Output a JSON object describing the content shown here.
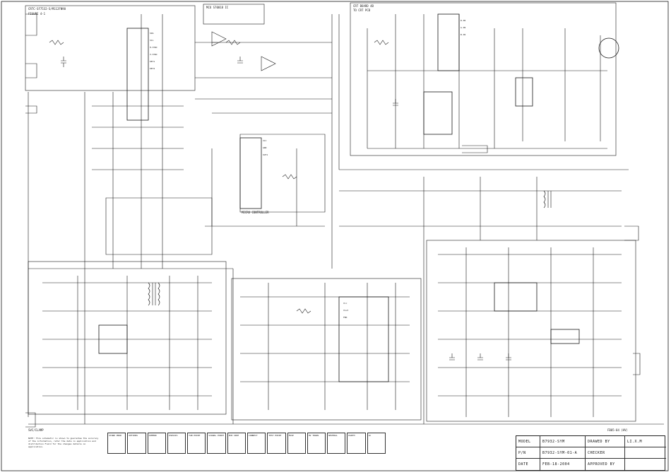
{
  "sheet_labels": {
    "top_left_block": "CRTC-SF7532-S/M112FN90",
    "top_left_sub": "FIGURE 4-1",
    "mid_block": "MCU  S70018 IC",
    "right_block": "CRT BOARD 4B",
    "right_sub": "TO CRT PCB",
    "mcu_chip": "MICRO CONTROLLER",
    "bottom_left_ref": "SVC/CLAMP",
    "bottom_right_ref": "FB05-04  (HV)"
  },
  "notes": {
    "heading": "NOTE:",
    "body": "This schematic is shown to guarantee the accuracy of the information, refer the data in application and distribution Field for the changes details on application."
  },
  "legend_cells": [
    "STAND PROD",
    "OPTIONS",
    "COMMON",
    "CHASSIS",
    "TAB POINT",
    "SIGNAL POINT",
    "PCB SIDE",
    "CONNECT",
    "TEST POINT",
    "FUSE",
    "HV TRANS",
    "NEUTRAL",
    "EARTH",
    "AC"
  ],
  "title_block": {
    "model_label": "MODEL",
    "model_value": "B7932-SYM",
    "drawn_label": "DRAWED BY",
    "drawn_value": "LI.X.M",
    "pn_label": "P/N",
    "pn_value": "B7932-SYM-01-A",
    "checker_label": "CHECKER",
    "checker_value": "",
    "date_label": "DATE",
    "date_value": "FEB-18-2004",
    "approved_label": "APPROVED BY",
    "approved_value": ""
  }
}
